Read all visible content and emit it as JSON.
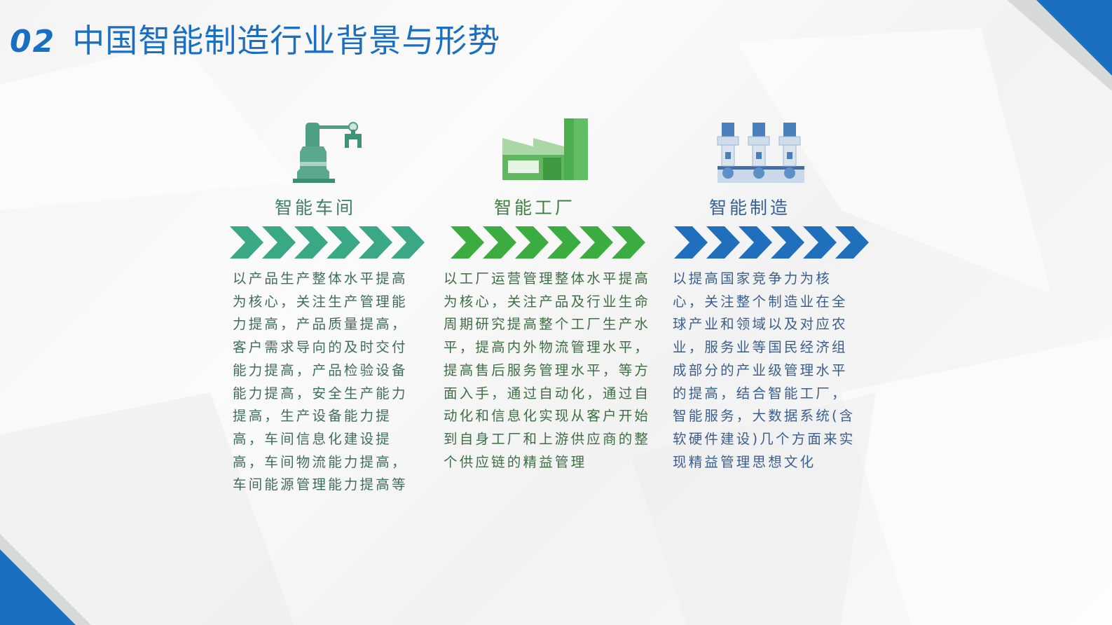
{
  "slide": {
    "number": "02",
    "title": "中国智能制造行业背景与形势"
  },
  "columns": [
    {
      "icon": "robot-arm-icon",
      "label": "智能车间",
      "accent": "#3aa884",
      "text": "以产品生产整体水平提高为核心，关注生产管理能力提高，产品质量提高，客户需求导向的及时交付能力提高，产品检验设备能力提高，安全生产能力提高，生产设备能力提高，车间信息化建设提高，车间物流能力提高，车间能源管理能力提高等"
    },
    {
      "icon": "factory-icon",
      "label": "智能工厂",
      "accent": "#3bac3f",
      "text": "以工厂运营管理整体水平提高为核心，关注产品及行业生命周期研究提高整个工厂生产水平，提高内外物流管理水平，提高售后服务管理水平，等方面入手，通过自动化，通过自动化和信息化实现从客户开始到自身工厂和上游供应商的整个供应链的精益管理"
    },
    {
      "icon": "valves-icon",
      "label": "智能制造",
      "accent": "#1f6fbd",
      "text": "以提高国家竞争力为核心，关注整个制造业在全球产业和领域以及对应农业，服务业等国民经济组成部分的产业级管理水平的提高，结合智能工厂，智能服务，大数据系统(含软硬件建设)几个方面来实现精益管理思想文化"
    }
  ],
  "colors": {
    "brand_blue": "#1a6fc1",
    "corner_gray": "#d7d9d8"
  }
}
